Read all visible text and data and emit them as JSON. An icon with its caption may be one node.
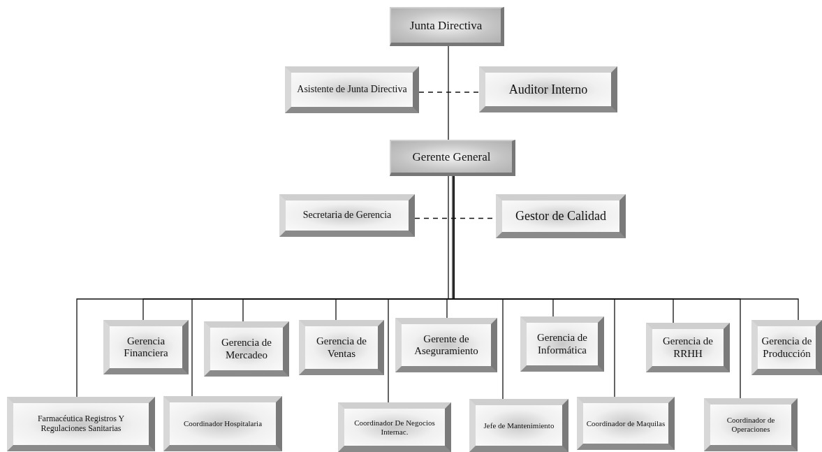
{
  "diagram": {
    "nodes": [
      {
        "text": [
          "Junta Directiva"
        ]
      },
      {
        "text": [
          "Asistente de Junta Directiva"
        ]
      },
      {
        "text": [
          "Auditor Interno"
        ]
      },
      {
        "text": [
          "Gerente General"
        ]
      },
      {
        "text": [
          "Secretaria de Gerencia"
        ]
      },
      {
        "text": [
          "Gestor de Calidad"
        ]
      },
      {
        "text": [
          "Gerencia Financiera"
        ]
      },
      {
        "text": [
          "Gerencia de Mercadeo"
        ]
      },
      {
        "text": [
          "Gerencia de Ventas"
        ]
      },
      {
        "text": [
          "Gerente de Aseguramiento"
        ]
      },
      {
        "text": [
          "Gerencia de Informática"
        ]
      },
      {
        "text": [
          "Gerencia de RRHH"
        ]
      },
      {
        "text": [
          "Gerencia de Producción"
        ]
      },
      {
        "text": [
          "Farmacéutica Registros Y Regulaciones Sanitarias"
        ]
      },
      {
        "text": [
          "Coordinador Hospitalaria"
        ]
      },
      {
        "text": [
          "Coordinador De Negocios Internac."
        ]
      },
      {
        "text": [
          "Jefe de Mantenimiento"
        ]
      },
      {
        "text": [
          "Coordinador de Maquilas"
        ]
      },
      {
        "text": [
          "Coordinador de Operaciones"
        ]
      }
    ],
    "edges": [
      {
        "from": 0,
        "to": 3,
        "arrow": "none"
      },
      {
        "from": 1,
        "to": 2,
        "arrow": "none",
        "style": "dashed"
      },
      {
        "from": 4,
        "to": 5,
        "arrow": "none",
        "style": "dashed"
      },
      {
        "from": 3,
        "to": 13,
        "arrow": "none"
      },
      {
        "from": 3,
        "to": 6,
        "arrow": "none"
      },
      {
        "from": 3,
        "to": 14,
        "arrow": "none"
      },
      {
        "from": 3,
        "to": 7,
        "arrow": "none"
      },
      {
        "from": 3,
        "to": 8,
        "arrow": "none"
      },
      {
        "from": 3,
        "to": 15,
        "arrow": "none"
      },
      {
        "from": 3,
        "to": 9,
        "arrow": "none"
      },
      {
        "from": 3,
        "to": 16,
        "arrow": "none"
      },
      {
        "from": 3,
        "to": 10,
        "arrow": "none"
      },
      {
        "from": 3,
        "to": 17,
        "arrow": "none"
      },
      {
        "from": 3,
        "to": 11,
        "arrow": "none"
      },
      {
        "from": 3,
        "to": 18,
        "arrow": "none"
      },
      {
        "from": 3,
        "to": 12,
        "arrow": "none"
      }
    ]
  }
}
